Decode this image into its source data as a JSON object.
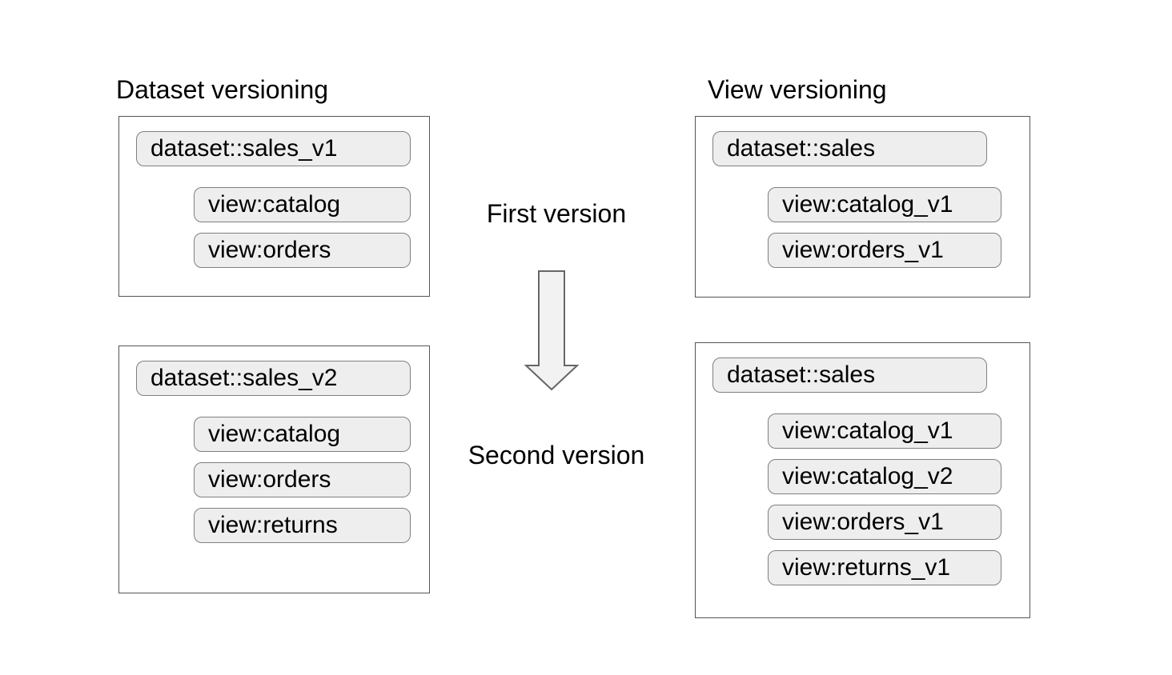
{
  "left_column": {
    "title": "Dataset versioning",
    "first_box": {
      "dataset": "dataset::sales_v1",
      "views": [
        "view:catalog",
        "view:orders"
      ]
    },
    "second_box": {
      "dataset": "dataset::sales_v2",
      "views": [
        "view:catalog",
        "view:orders",
        "view:returns"
      ]
    }
  },
  "right_column": {
    "title": "View versioning",
    "first_box": {
      "dataset": "dataset::sales",
      "views": [
        "view:catalog_v1",
        "view:orders_v1"
      ]
    },
    "second_box": {
      "dataset": "dataset::sales",
      "views": [
        "view:catalog_v1",
        "view:catalog_v2",
        "view:orders_v1",
        "view:returns_v1"
      ]
    }
  },
  "center": {
    "first_label": "First version",
    "second_label": "Second version",
    "arrow_icon": "down-block-arrow"
  },
  "colors": {
    "background": "#ffffff",
    "box_border": "#555555",
    "pill_fill": "#eeeeee",
    "pill_border": "#7f7f7f",
    "arrow_fill": "#f2f2f2",
    "arrow_stroke": "#666666",
    "text": "#000000"
  }
}
